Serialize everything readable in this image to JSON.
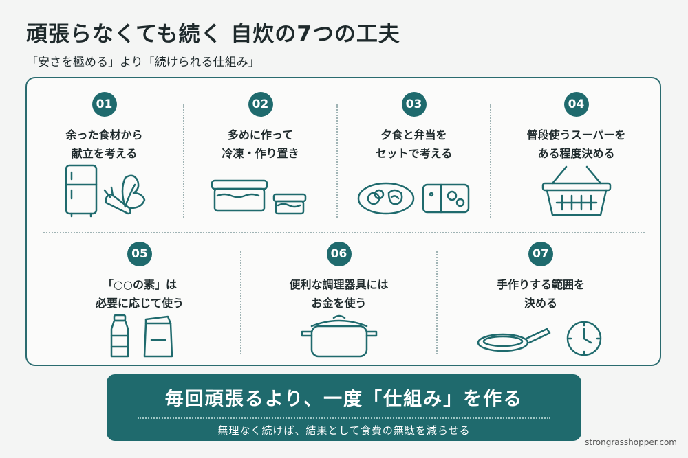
{
  "header": {
    "title": "頑張らなくても続く 自炊の7つの工夫",
    "subtitle": "「安さを極める」より「続けられる仕組み」"
  },
  "tips": [
    {
      "number": "01",
      "line1": "余った食材から",
      "line2": "献立を考える",
      "icon": "fridge-and-vegetables-icon"
    },
    {
      "number": "02",
      "line1": "多めに作って",
      "line2": "冷凍・作り置き",
      "icon": "storage-containers-icon"
    },
    {
      "number": "03",
      "line1": "夕食と弁当を",
      "line2": "セットで考える",
      "icon": "plate-and-bento-icon"
    },
    {
      "number": "04",
      "line1": "普段使うスーパーを",
      "line2": "ある程度決める",
      "icon": "shopping-basket-icon"
    },
    {
      "number": "05",
      "line1": "「○○の素」は",
      "line2": "必要に応じて使う",
      "icon": "bottle-and-pouch-icon"
    },
    {
      "number": "06",
      "line1": "便利な調理器具には",
      "line2": "お金を使う",
      "icon": "pot-icon"
    },
    {
      "number": "07",
      "line1": "手作りする範囲を",
      "line2": "決める",
      "icon": "pan-and-clock-icon"
    }
  ],
  "banner": {
    "main": "毎回頑張るより、一度「仕組み」を作る",
    "sub": "無理なく続けば、結果として食費の無駄を減らせる"
  },
  "footer": {
    "site": "strongrasshopper.com"
  },
  "colors": {
    "accent": "#1f6a6d",
    "line": "#2a6b6f",
    "background": "#f4f5f4"
  }
}
